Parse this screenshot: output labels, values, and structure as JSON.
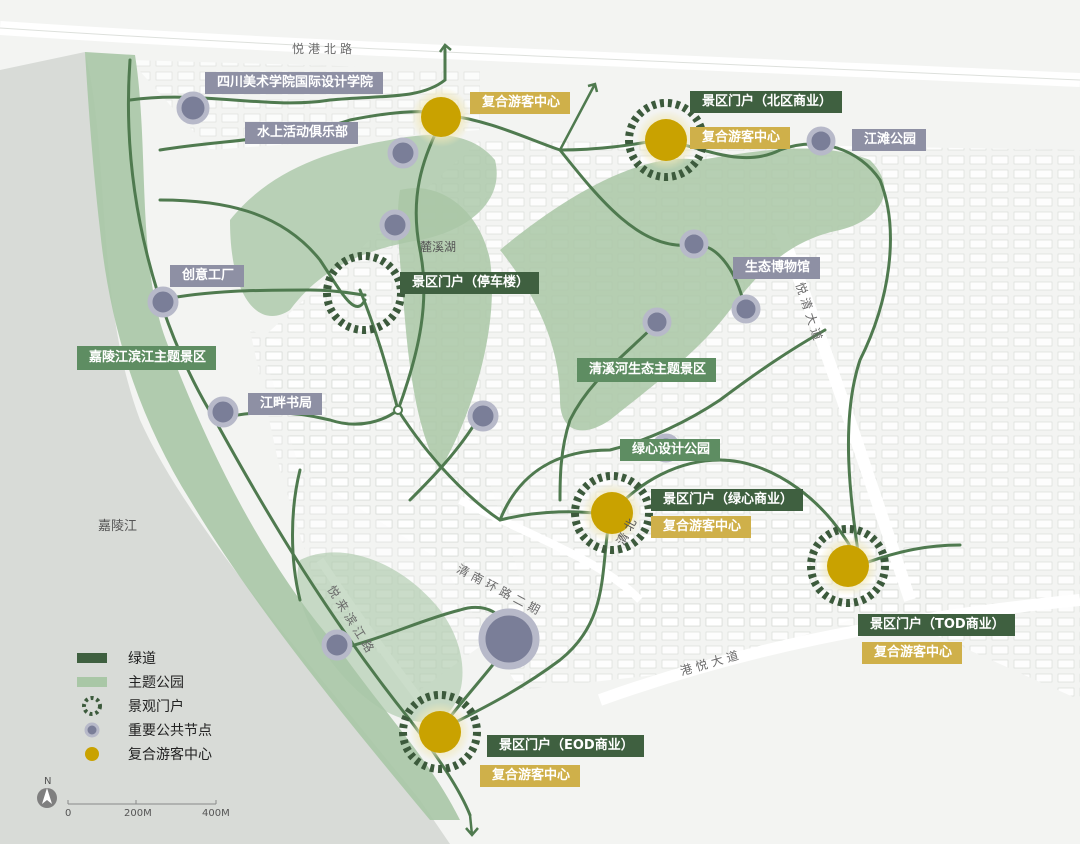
{
  "roads": {
    "yuegang_north": "悦港北路",
    "qingnan_ring": "清南环路二期",
    "yuelai_riverside": "悦来滨江路",
    "yueqing_avenue": "悦清大道",
    "gangyue_avenue": "港悦大道",
    "qingbei": "清北"
  },
  "water": {
    "jialing_river": "嘉陵江",
    "luxi_lake": "麓溪湖"
  },
  "zones": {
    "jialing_zone": "嘉陵江滨江主题景区",
    "qingxi_zone": "清溪河生态主题景区"
  },
  "nodes": {
    "sichuan_academy": "四川美术学院国际设计学院",
    "water_club": "水上活动俱乐部",
    "creative_factory": "创意工厂",
    "riverside_bookstore": "江畔书局",
    "jiangtan_park": "江滩公园",
    "eco_museum": "生态博物馆",
    "heart_design_park": "绿心设计公园"
  },
  "gates": {
    "north_commerce": "景区门户（北区商业）",
    "parking": "景区门户（停车楼）",
    "heart_commerce": "景区门户（绿心商业）",
    "tod_commerce": "景区门户（TOD商业）",
    "eod_commerce": "景区门户（EOD商业）"
  },
  "centers": {
    "center_1": "复合游客中心",
    "center_2": "复合游客中心",
    "center_3": "复合游客中心",
    "center_4": "复合游客中心",
    "center_5": "复合游客中心"
  },
  "legend": {
    "greenway": "绿道",
    "theme_park": "主题公园",
    "landscape_gate": "景观门户",
    "public_node": "重要公共节点",
    "visitor_center": "复合游客中心"
  },
  "compass": {
    "north": "N"
  },
  "scale": {
    "zero": "0",
    "mid": "200M",
    "max": "400M"
  },
  "colors": {
    "greenway": "#4f7a4f",
    "theme_park": "#a9c7a6",
    "gate_ring": "#3c5a3c",
    "public_node": "#7a7e98",
    "visitor_center": "#c9a200",
    "gate_label": "#3f6040",
    "center_label": "#cfb04a",
    "node_label": "#8e90a4"
  }
}
